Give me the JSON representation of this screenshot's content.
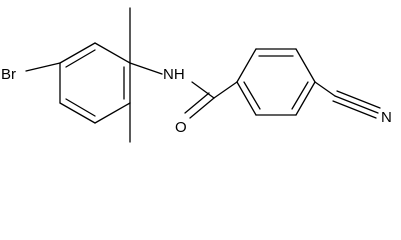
{
  "molecule": {
    "atoms": {
      "bromine": "Br",
      "amide_nitrogen": "NH",
      "carbonyl_oxygen": "O",
      "nitrile_nitrogen": "N"
    }
  }
}
